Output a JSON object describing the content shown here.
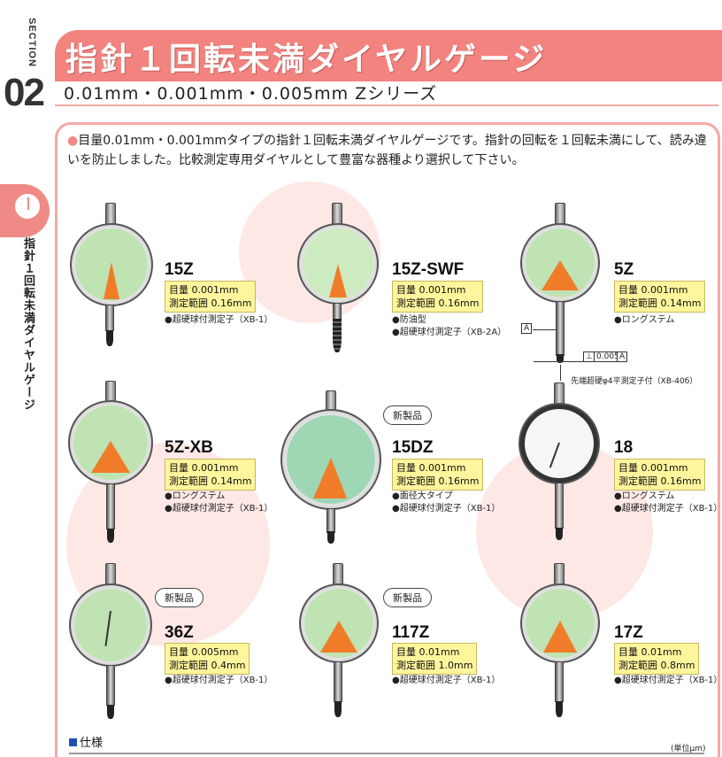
{
  "section": {
    "label": "SECTION",
    "number": "02"
  },
  "side_tab": {
    "label": "指針１回転未満ダイヤルゲージ"
  },
  "header": {
    "title": "指針１回転未満ダイヤルゲージ",
    "subtitle": "0.01mm・0.001mm・0.005mm  Zシリーズ"
  },
  "intro": "目量0.01mm・0.001mmタイプの指針１回転未満ダイヤルゲージです。指針の回転を１回転未満にして、読み違いを防止しました。比較測定専用ダイヤルとして豊富な器種より選択して下さい。",
  "colors": {
    "accent": "#f2837f",
    "spec_bg": "#fff59c",
    "dial_green": "#bfe3b3",
    "wedge_orange": "#f07c2a"
  },
  "products": [
    {
      "name": "15Z",
      "spec_line1": "目量 0.001mm",
      "spec_line2": "測定範囲  0.16mm",
      "notes": [
        "●超硬球付測定子（XB-1）"
      ],
      "new": ""
    },
    {
      "name": "15Z-SWF",
      "spec_line1": "目量 0.001mm",
      "spec_line2": "測定範囲  0.16mm",
      "notes": [
        "●防油型",
        "●超硬球付測定子（XB-2A）"
      ],
      "new": ""
    },
    {
      "name": "5Z",
      "spec_line1": "目量 0.001mm",
      "spec_line2": "測定範囲  0.14mm",
      "notes": [
        "●ロングステム"
      ],
      "new": ""
    },
    {
      "name": "5Z-XB",
      "spec_line1": "目量 0.001mm",
      "spec_line2": "測定範囲  0.14mm",
      "notes": [
        "●ロングステム",
        "●超硬球付測定子（XB-1）"
      ],
      "new": ""
    },
    {
      "name": "15DZ",
      "spec_line1": "目量 0.001mm",
      "spec_line2": "測定範囲  0.16mm",
      "notes": [
        "●面径大タイプ",
        "●超硬球付測定子（XB-1）"
      ],
      "new": "新製品"
    },
    {
      "name": "18",
      "spec_line1": "目量 0.001mm",
      "spec_line2": "測定範囲  0.16mm",
      "notes": [
        "●ロングステム",
        "●超硬球付測定子（XB-1）"
      ],
      "new": ""
    },
    {
      "name": "36Z",
      "spec_line1": "目量 0.005mm",
      "spec_line2": "測定範囲  0.4mm",
      "notes": [
        "●超硬球付測定子（XB-1）"
      ],
      "new": "新製品"
    },
    {
      "name": "117Z",
      "spec_line1": "目量 0.01mm",
      "spec_line2": "測定範囲  1.0mm",
      "notes": [
        "●超硬球付測定子（XB-1）"
      ],
      "new": "新製品"
    },
    {
      "name": "17Z",
      "spec_line1": "目量 0.01mm",
      "spec_line2": "測定範囲  0.8mm",
      "notes": [
        "●超硬球付測定子（XB-1）"
      ],
      "new": ""
    }
  ],
  "annotation": {
    "ref_a": "A",
    "tolerance": "0.005",
    "tol_symbol": "⊥",
    "tip_note": "先端超硬φ4平測定子付（XB-40б）"
  },
  "footer": {
    "spec_heading": "仕様",
    "unit": "(単位μm)"
  }
}
